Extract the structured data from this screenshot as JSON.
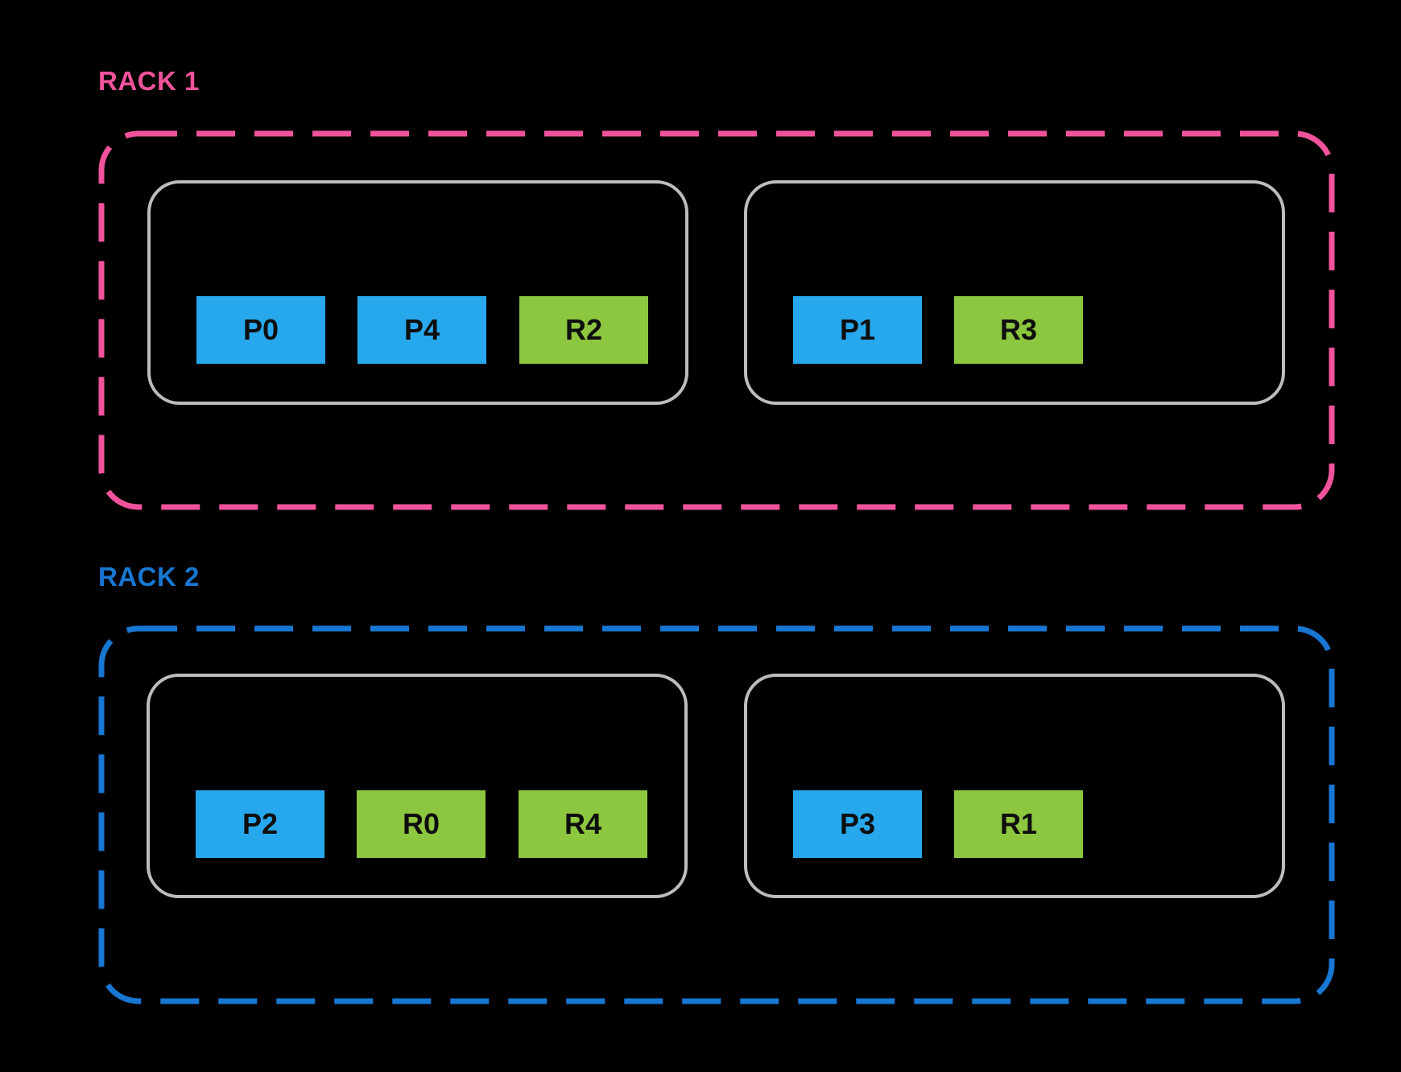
{
  "diagram": {
    "background": "#000000",
    "colors": {
      "partition_fill": "#27A8EC",
      "replica_fill": "#8DC63F",
      "host_border": "#BDBDBD",
      "slot_text": "#0E0E0E"
    },
    "racks": [
      {
        "label": "RACK 1",
        "accent": "#F0539C",
        "hosts": [
          {
            "slots": [
              {
                "label": "P0",
                "kind": "partition"
              },
              {
                "label": "P4",
                "kind": "partition"
              },
              {
                "label": "R2",
                "kind": "replica"
              }
            ]
          },
          {
            "slots": [
              {
                "label": "P1",
                "kind": "partition"
              },
              {
                "label": "R3",
                "kind": "replica"
              }
            ]
          }
        ]
      },
      {
        "label": "RACK 2",
        "accent": "#1777D3",
        "hosts": [
          {
            "slots": [
              {
                "label": "P2",
                "kind": "partition"
              },
              {
                "label": "R0",
                "kind": "replica"
              },
              {
                "label": "R4",
                "kind": "replica"
              }
            ]
          },
          {
            "slots": [
              {
                "label": "P3",
                "kind": "partition"
              },
              {
                "label": "R1",
                "kind": "replica"
              }
            ]
          }
        ]
      }
    ]
  }
}
